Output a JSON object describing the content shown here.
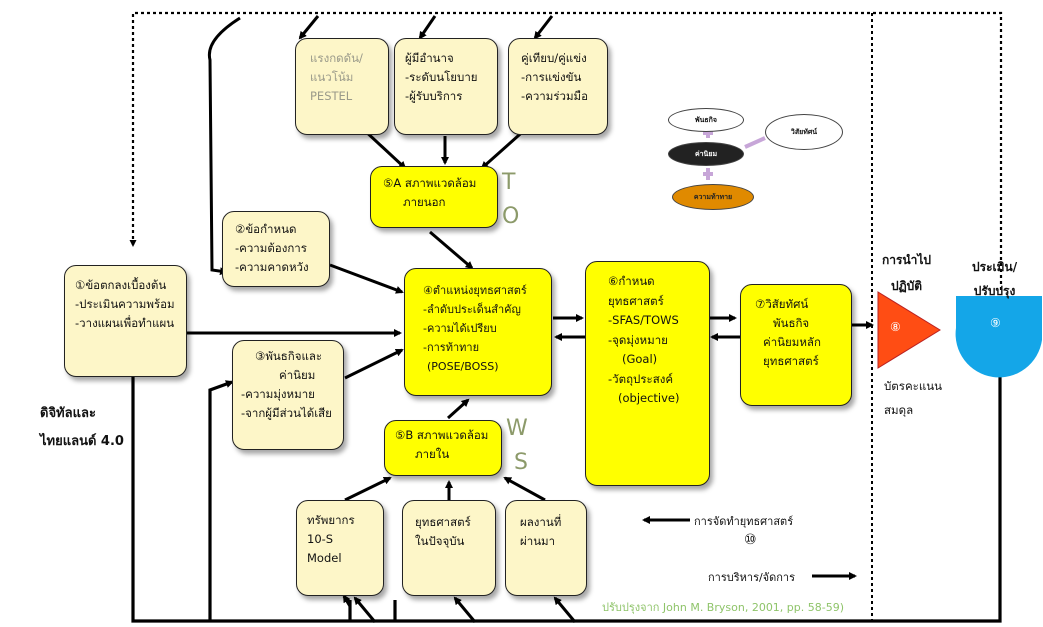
{
  "boxes": {
    "b1": {
      "num": "①",
      "lines": [
        "ข้อตกลงเบื้องต้น",
        "-ประเมินความพร้อม",
        "-วางแผนเพื่อทำแผน"
      ]
    },
    "b2": {
      "num": "②",
      "lines": [
        "ข้อกำหนด",
        "-ความต้องการ",
        "-ความคาดหวัง"
      ]
    },
    "b3": {
      "num": "③",
      "lines": [
        "พันธกิจและ",
        "ค่านิยม",
        "-ความมุ่งหมาย",
        "-จากผู้มีส่วนได้เสีย"
      ]
    },
    "b4": {
      "num": "④",
      "lines": [
        "ตำแหน่งยุทธศาสตร์",
        "-ลำดับประเด็นสำคัญ",
        "-ความได้เปรียบ",
        "-การท้าทาย",
        "(POSE/BOSS)"
      ]
    },
    "b5a": {
      "num": "⑤",
      "lines": [
        "A สภาพแวดล้อม",
        "ภายนอก"
      ]
    },
    "b5b": {
      "num": "⑤",
      "lines": [
        "B สภาพแวดล้อม",
        "ภายใน"
      ]
    },
    "b6": {
      "num": "⑥",
      "lines": [
        "กำหนด",
        "ยุทธศาสตร์",
        "",
        "-SFAS/TOWS",
        "",
        "-จุดมุ่งหมาย",
        "(Goal)",
        "",
        "-วัตถุประสงค์",
        "(objective)"
      ]
    },
    "b7": {
      "num": "⑦",
      "lines": [
        "วิสัยทัศน์",
        "พันธกิจ",
        "ค่านิยมหลัก",
        "ยุทธศาสตร์"
      ]
    },
    "t1": {
      "lines": [
        "แรงกดดัน/",
        "แนวโน้ม",
        "PESTEL"
      ]
    },
    "t2": {
      "lines": [
        "ผู้มีอำนาจ",
        "-ระดับนโยบาย",
        "-ผู้รับบริการ"
      ]
    },
    "t3": {
      "lines": [
        "คู่เทียบ/คู่แข่ง",
        "-การแข่งขัน",
        "-ความร่วมมือ"
      ]
    },
    "w1": {
      "lines": [
        "ทรัพยากร",
        "10-S",
        "Model"
      ]
    },
    "w2": {
      "lines": [
        "ยุทธศาสตร์",
        "ในปัจจุบัน"
      ]
    },
    "w3": {
      "lines": [
        "ผลงานที่",
        "ผ่านมา"
      ]
    }
  },
  "letters": {
    "T": "T",
    "O": "O",
    "W": "W",
    "S": "S"
  },
  "labels": {
    "digital": [
      "ดิจิทัลและ",
      "ไทยแลนด์ 4.0"
    ],
    "implement": [
      "การนำไป",
      "ปฏิบัติ"
    ],
    "evaluate": [
      "ประเมิน/",
      "ปรับปรุง"
    ],
    "scorecard": [
      "บัตรคะแนน",
      "สมดุล"
    ],
    "step8": "⑧",
    "step9": "⑨",
    "step10": "⑩",
    "strategy_making": "การจัดทำยุทธศาสตร์",
    "management": "การบริหาร/จัดการ",
    "source": "ปรับปรุงจาก John M. Bryson, 2001, pp. 58-59)"
  },
  "discs": {
    "mission": "พันธกิจ",
    "values": "ค่านิยม",
    "challenge": "ความท้าทาย",
    "vision": "วิสัยทัศน์"
  },
  "colors": {
    "yellow": "#ffff00",
    "cream": "#fdf6c8",
    "triangle": "#ff4d14",
    "circle": "#14a6e8",
    "source_text": "#8fc46a",
    "letters": "#8c9a6a"
  }
}
